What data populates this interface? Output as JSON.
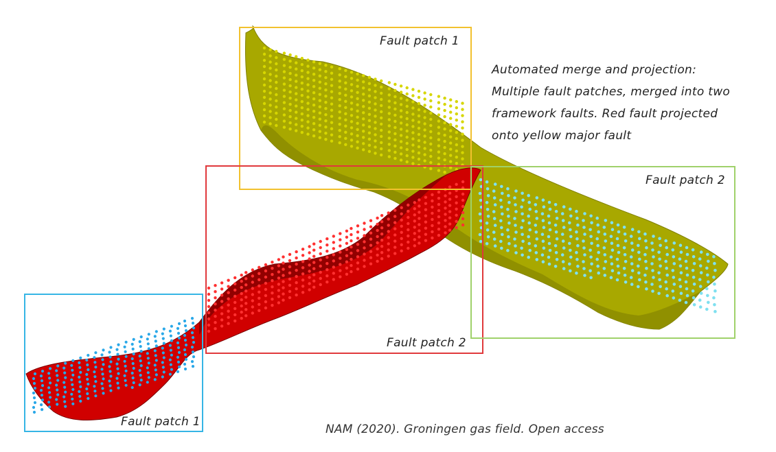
{
  "labels": {
    "yellow_patch_1": "Fault patch 1",
    "green_patch_2": "Fault patch 2",
    "red_patch_2": "Fault patch 2",
    "blue_patch_1": "Fault patch 1"
  },
  "note": {
    "line1": "Automated merge and projection:",
    "line2": "Multiple fault patches, merged into two",
    "line3": "framework faults. Red fault projected",
    "line4": "onto yellow major fault"
  },
  "credit": "NAM (2020). Groningen gas field. Open access",
  "colors": {
    "yellow_fault": "#b3b300",
    "yellow_fault_dark": "#8a8a00",
    "yellow_points": "#d4d400",
    "red_fault": "#d40000",
    "red_fault_dark": "#8b0000",
    "red_points": "#ff2a2a",
    "cyan_points": "#7fe0f0",
    "blue_points": "#2aa8e8",
    "box_yellow": "#f2c12e",
    "box_red": "#e0383b",
    "box_green": "#9fd16a",
    "box_blue": "#35b5e5"
  }
}
